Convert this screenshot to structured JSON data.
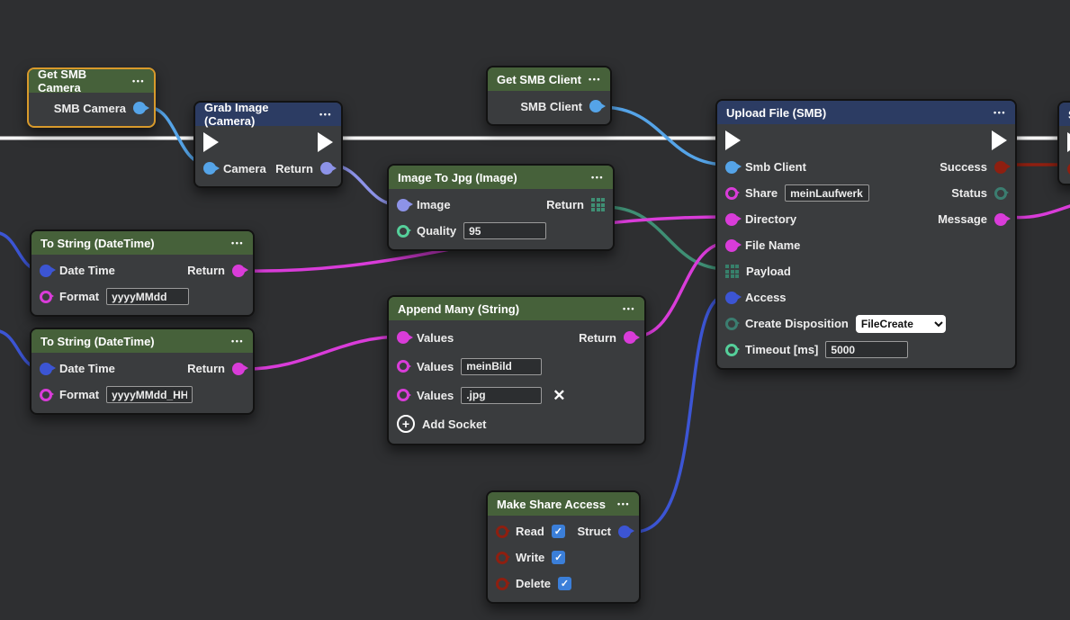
{
  "icons": {
    "ellipsis": "•••",
    "check": "✓",
    "close": "✕",
    "add": "+"
  },
  "colors": {
    "exec_wire": "#f5f5f5",
    "camera_client_socket": "#55a4e8",
    "image_socket": "#8d93e8",
    "datetime_struct_socket": "#3c55d4",
    "string_socket": "#d93cd9",
    "byte_array_socket": "#3f8f74",
    "number_socket": "#55cf9a",
    "enum_status_socket": "#3b7d70",
    "bool_error_socket": "#8e1f10",
    "selected_node_border": "#d89a2b",
    "checkbox_blue": "#3b7fd9",
    "header_green": "#46613a",
    "header_navy": "#2c3c63"
  },
  "nodes": {
    "get_smb_camera": {
      "title": "Get SMB Camera",
      "outputs": {
        "smb_camera": "SMB Camera"
      }
    },
    "grab_image": {
      "title": "Grab Image (Camera)",
      "inputs": {
        "camera": "Camera"
      },
      "outputs": {
        "return": "Return"
      }
    },
    "get_smb_client": {
      "title": "Get SMB Client",
      "outputs": {
        "smb_client": "SMB Client"
      }
    },
    "image_to_jpg": {
      "title": "Image To Jpg (Image)",
      "inputs": {
        "image": "Image",
        "quality": "Quality"
      },
      "fields": {
        "quality": "95"
      },
      "outputs": {
        "return": "Return"
      }
    },
    "to_string_date": {
      "title": "To String (DateTime)",
      "inputs": {
        "date_time": "Date Time",
        "format": "Format"
      },
      "fields": {
        "format": "yyyyMMdd"
      },
      "outputs": {
        "return": "Return"
      }
    },
    "to_string_hour": {
      "title": "To String (DateTime)",
      "inputs": {
        "date_time": "Date Time",
        "format": "Format"
      },
      "fields": {
        "format": "yyyyMMdd_HH"
      },
      "outputs": {
        "return": "Return"
      }
    },
    "append_many": {
      "title": "Append Many (String)",
      "inputs": {
        "values1": "Values",
        "values2": "Values",
        "values3": "Values"
      },
      "fields": {
        "values2": "meinBild",
        "values3": ".jpg"
      },
      "outputs": {
        "return": "Return"
      },
      "add_socket_label": "Add Socket"
    },
    "upload_file": {
      "title": "Upload File (SMB)",
      "inputs": {
        "smb_client": "Smb Client",
        "share": "Share",
        "directory": "Directory",
        "file_name": "File Name",
        "payload": "Payload",
        "access": "Access",
        "create_disposition": "Create Disposition",
        "timeout": "Timeout [ms]"
      },
      "fields": {
        "share": "meinLaufwerk",
        "timeout": "5000"
      },
      "dropdown": {
        "create_disposition_value": "FileCreate"
      },
      "outputs": {
        "success": "Success",
        "status": "Status",
        "message": "Message"
      }
    },
    "make_share_access": {
      "title": "Make Share Access",
      "inputs": {
        "read": "Read",
        "write": "Write",
        "delete": "Delete"
      },
      "outputs": {
        "struct": "Struct"
      }
    },
    "partial_right": {
      "title": "S"
    }
  }
}
